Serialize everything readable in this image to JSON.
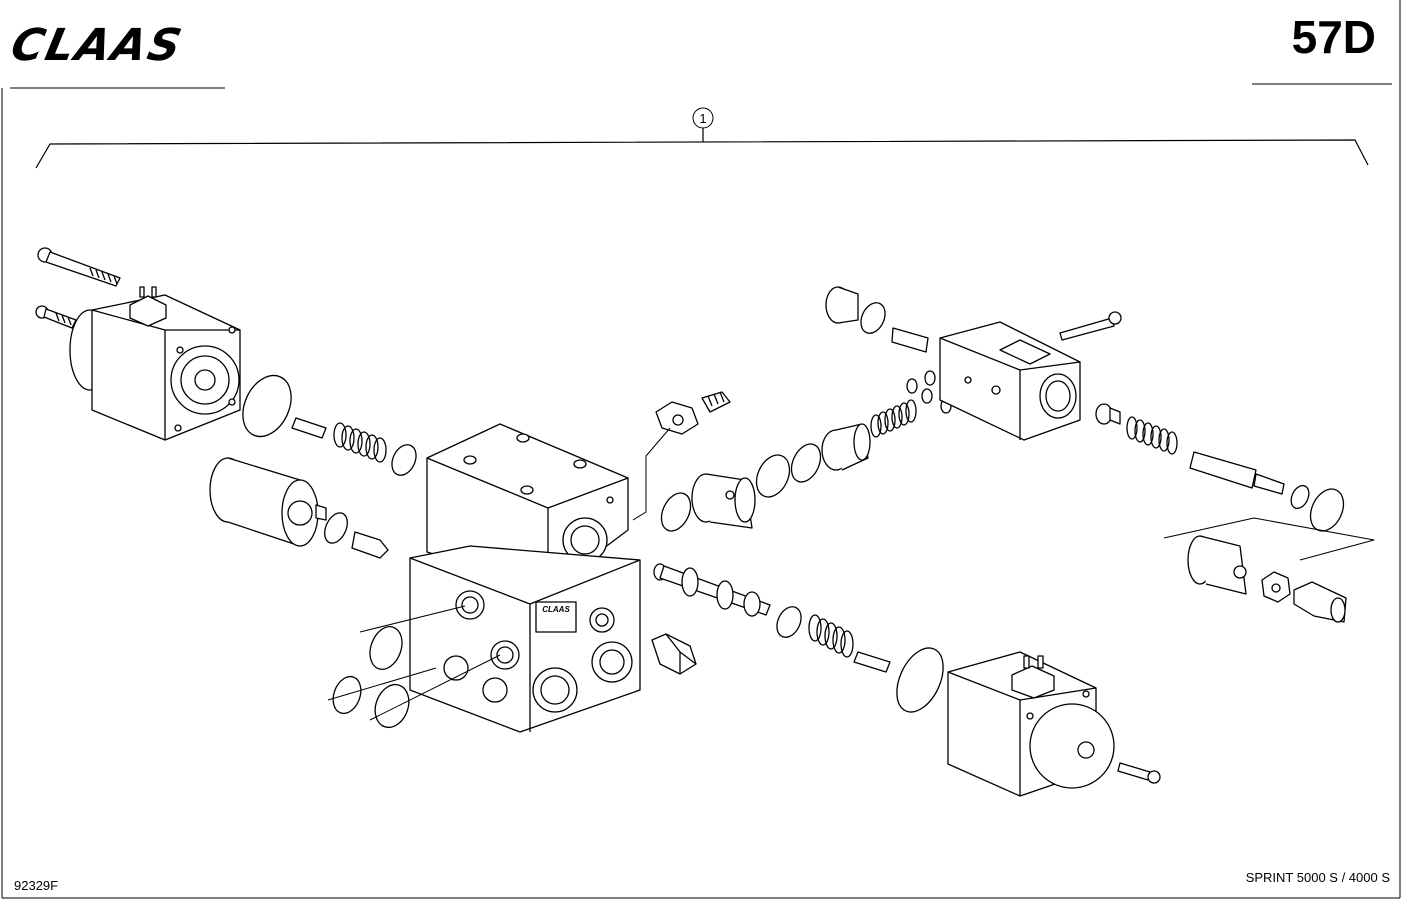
{
  "header": {
    "brand": "CLAAS",
    "page_code": "57D"
  },
  "callout": {
    "number": "1"
  },
  "part_labels": {
    "block_logo": "CLAAS"
  },
  "footer": {
    "drawing_code": "92329F",
    "model": "SPRINT 5000 S / 4000 S"
  }
}
